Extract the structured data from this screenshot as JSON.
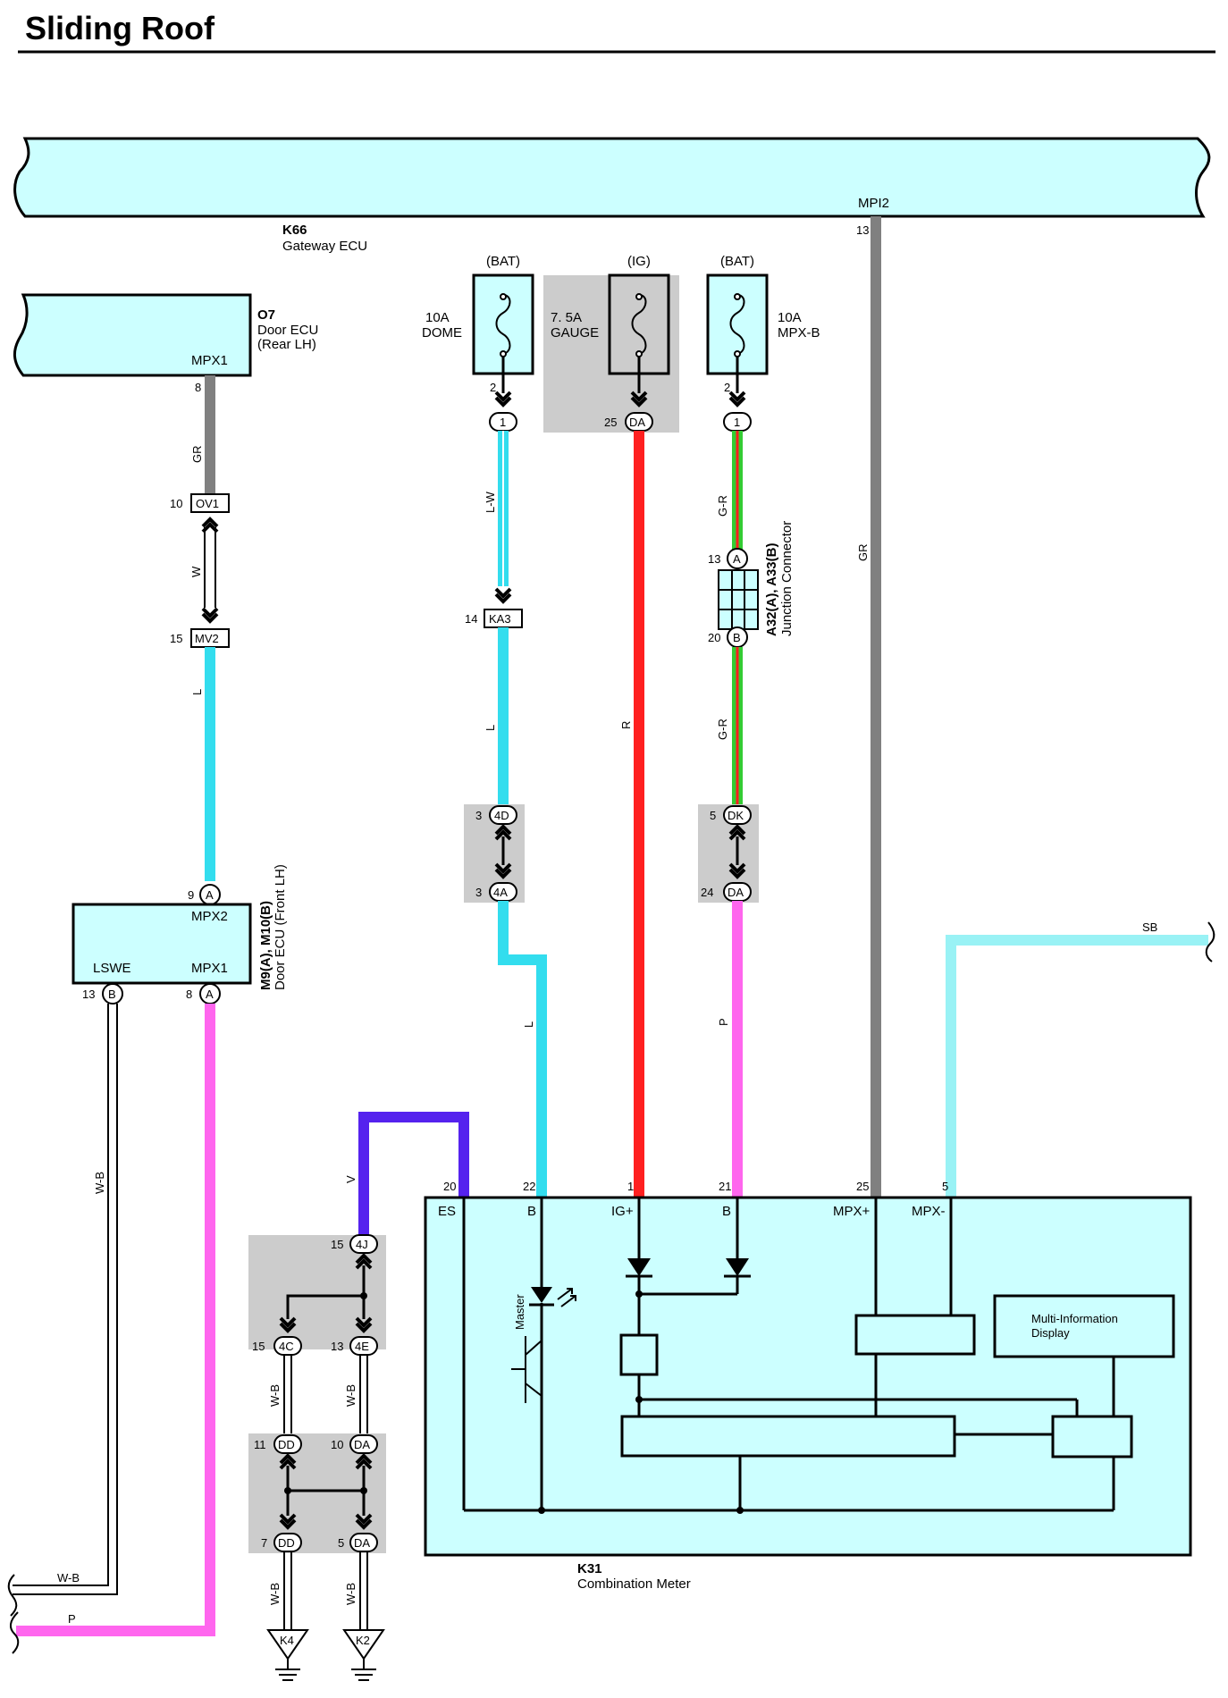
{
  "title": "Sliding Roof",
  "colors": {
    "ecu_fill": "#ccffff",
    "wire_gr": "#808080",
    "wire_l": "#33ddee",
    "wire_sb": "#99f2f5",
    "wire_r": "#ff2020",
    "wire_gr_green": "#33cc33",
    "wire_gr_red": "#ff2020",
    "wire_p": "#ff66ee",
    "wire_v": "#5522ee",
    "shade": "#cccccc"
  },
  "gateway": {
    "id": "K66",
    "name": "Gateway ECU",
    "terminal": "MPI2",
    "pin": "13"
  },
  "door_rear": {
    "id": "O7",
    "name": "Door ECU",
    "sub": "(Rear LH)",
    "terminal": "MPX1",
    "pin": "8"
  },
  "door_front": {
    "id": "M9(A), M10(B)",
    "name": "Door ECU (Front LH)",
    "t_mpx2": "MPX2",
    "t_lswe": "LSWE",
    "t_mpx1": "MPX1",
    "pin_a9": "9",
    "pin_b13": "13",
    "pin_a8": "8"
  },
  "fuses": [
    {
      "supply": "(BAT)",
      "amp": "10A",
      "name": "DOME",
      "pin": "2",
      "conn": "1"
    },
    {
      "supply": "(IG)",
      "amp": "7. 5A",
      "name": "GAUGE",
      "pin": "25",
      "conn": "DA"
    },
    {
      "supply": "(BAT)",
      "amp": "10A",
      "name": "MPX-B",
      "pin": "2",
      "conn": "1"
    }
  ],
  "junction": {
    "id": "A32(A), A33(B)",
    "name": "Junction Connector",
    "pin_a": "13",
    "pin_b": "20"
  },
  "connectors": {
    "ov1": {
      "code": "OV1",
      "pin": "10"
    },
    "mv2": {
      "code": "MV2",
      "pin": "15"
    },
    "ka3": {
      "code": "KA3",
      "pin": "14"
    },
    "c4d": {
      "code": "4D",
      "pin": "3"
    },
    "c4a": {
      "code": "4A",
      "pin": "3"
    },
    "cdk": {
      "code": "DK",
      "pin": "5"
    },
    "cda": {
      "code": "DA",
      "pin": "24"
    },
    "c4j": {
      "code": "4J",
      "pin": "15"
    },
    "c4c": {
      "code": "4C",
      "pin": "15"
    },
    "c4e": {
      "code": "4E",
      "pin": "13"
    },
    "cdd1": {
      "code": "DD",
      "pin": "11"
    },
    "cda1": {
      "code": "DA",
      "pin": "10"
    },
    "cdd2": {
      "code": "DD",
      "pin": "7"
    },
    "cda2": {
      "code": "DA",
      "pin": "5"
    }
  },
  "grounds": [
    "K4",
    "K2"
  ],
  "wires": {
    "gr": "GR",
    "w": "W",
    "l": "L",
    "lw": "L-W",
    "r": "R",
    "gr_r": "G-R",
    "p": "P",
    "wb": "W-B",
    "v": "V",
    "sb": "SB"
  },
  "meter": {
    "id": "K31",
    "name": "Combination Meter",
    "pins": [
      "20",
      "22",
      "1",
      "21",
      "25",
      "5"
    ],
    "terminals": [
      "ES",
      "B",
      "IG+",
      "B",
      "MPX+",
      "MPX-"
    ],
    "master": "Master",
    "mid_line1": "Multi-Information",
    "mid_line2": "Display"
  }
}
